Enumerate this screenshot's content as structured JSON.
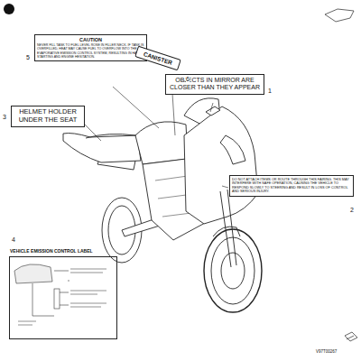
{
  "diagram": {
    "nodes": [
      {
        "text": [
          "CAUTION",
          "NEVER FILL TANK TO FUEL LEVEL ROSE IN FILLER NECK. IF TANK IS OVERFILLED, HEAT MAY CAUSE FUEL TO OVERFLOW INTO THE EVAPORATIVE EMISSION CONTROL SYSTEM, RESULTING IN HARD STARTING AND ENGINE HESITATION."
        ]
      },
      {
        "text": [
          "CANISTER"
        ]
      },
      {
        "text": [
          "OBJECTS IN MIRROR ARE CLOSER THAN THEY APPEAR"
        ]
      },
      {
        "text": [
          "HELMET HOLDER UNDER THE SEAT"
        ]
      },
      {
        "text": [
          "DO NOT ATTACH ITEMS OR ROUTE THROUGH THIS FAIRING. THIS MAY INTERFERE WITH SAFE OPERATION, CAUSING THE VEHICLE TO RESPOND SLOWLY TO STEERING AND RESULT IN LOSS OF CONTROL AND SERIOUS INJURY."
        ]
      },
      {
        "text": [
          "VEHICLE EMISSION CONTROL LABEL"
        ]
      }
    ],
    "labels": [
      "5",
      "6",
      "1",
      "3",
      "2",
      "4",
      "V97T00267"
    ]
  }
}
